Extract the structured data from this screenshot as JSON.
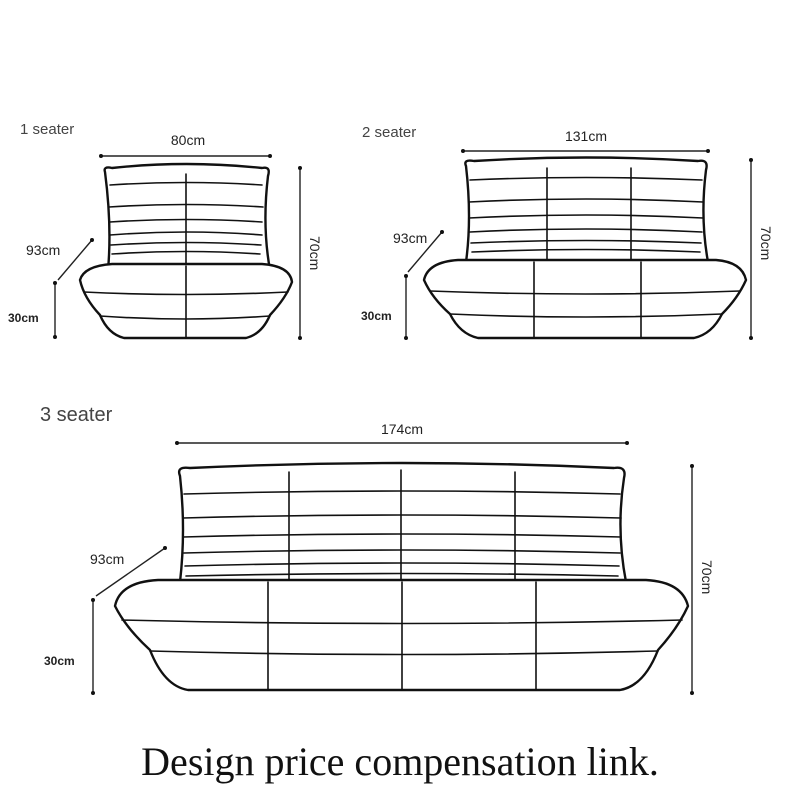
{
  "diagram": {
    "one_seater": {
      "title": "1 seater",
      "width": "80cm",
      "depth": "93cm",
      "height": "70cm",
      "seat_height": "30cm"
    },
    "two_seater": {
      "title": "2 seater",
      "width": "131cm",
      "depth": "93cm",
      "height": "70cm",
      "seat_height": "30cm"
    },
    "three_seater": {
      "title": "3 seater",
      "width": "174cm",
      "depth": "93cm",
      "height": "70cm",
      "seat_height": "30cm"
    }
  },
  "caption": "Design price compensation link."
}
